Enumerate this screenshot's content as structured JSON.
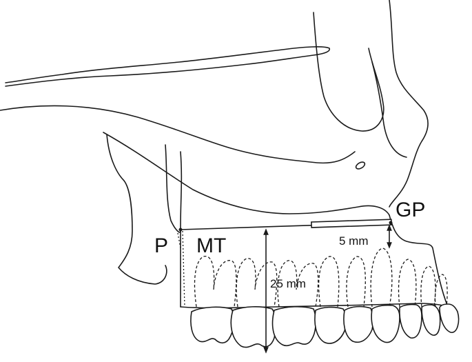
{
  "labels": {
    "gp": "GP",
    "p": "P",
    "mt": "MT",
    "d5": "5 mm",
    "d25": "25 mm"
  },
  "colors": {
    "line": "#1a1a1a",
    "background": "#ffffff"
  }
}
